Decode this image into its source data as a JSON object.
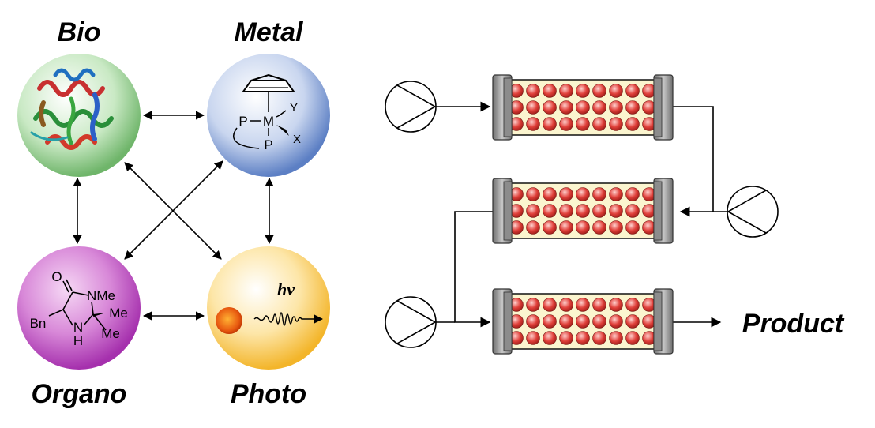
{
  "catalysis": {
    "bio": "Bio",
    "metal": "Metal",
    "organo": "Organo",
    "photo": "Photo"
  },
  "metal_complex": {
    "p_left": "P",
    "metal": "M",
    "p_bottom": "P",
    "ligand_y": "Y",
    "ligand_x": "X"
  },
  "organo_molecule": {
    "oxygen": "O",
    "n_me": "NMe",
    "bn": "Bn",
    "nh": "H",
    "nh_n": "N",
    "me_upper": "Me",
    "me_lower": "Me"
  },
  "photo_label": "hv",
  "flow": {
    "product": "Product"
  },
  "colors": {
    "bio": "#9fd39a",
    "metal": "#8ea8db",
    "organo": "#c04fc8",
    "photo": "#f4c04a",
    "bead": "#e0403a",
    "reactor_fill": "#fbf5cf",
    "cap": "#9a9a9a"
  }
}
